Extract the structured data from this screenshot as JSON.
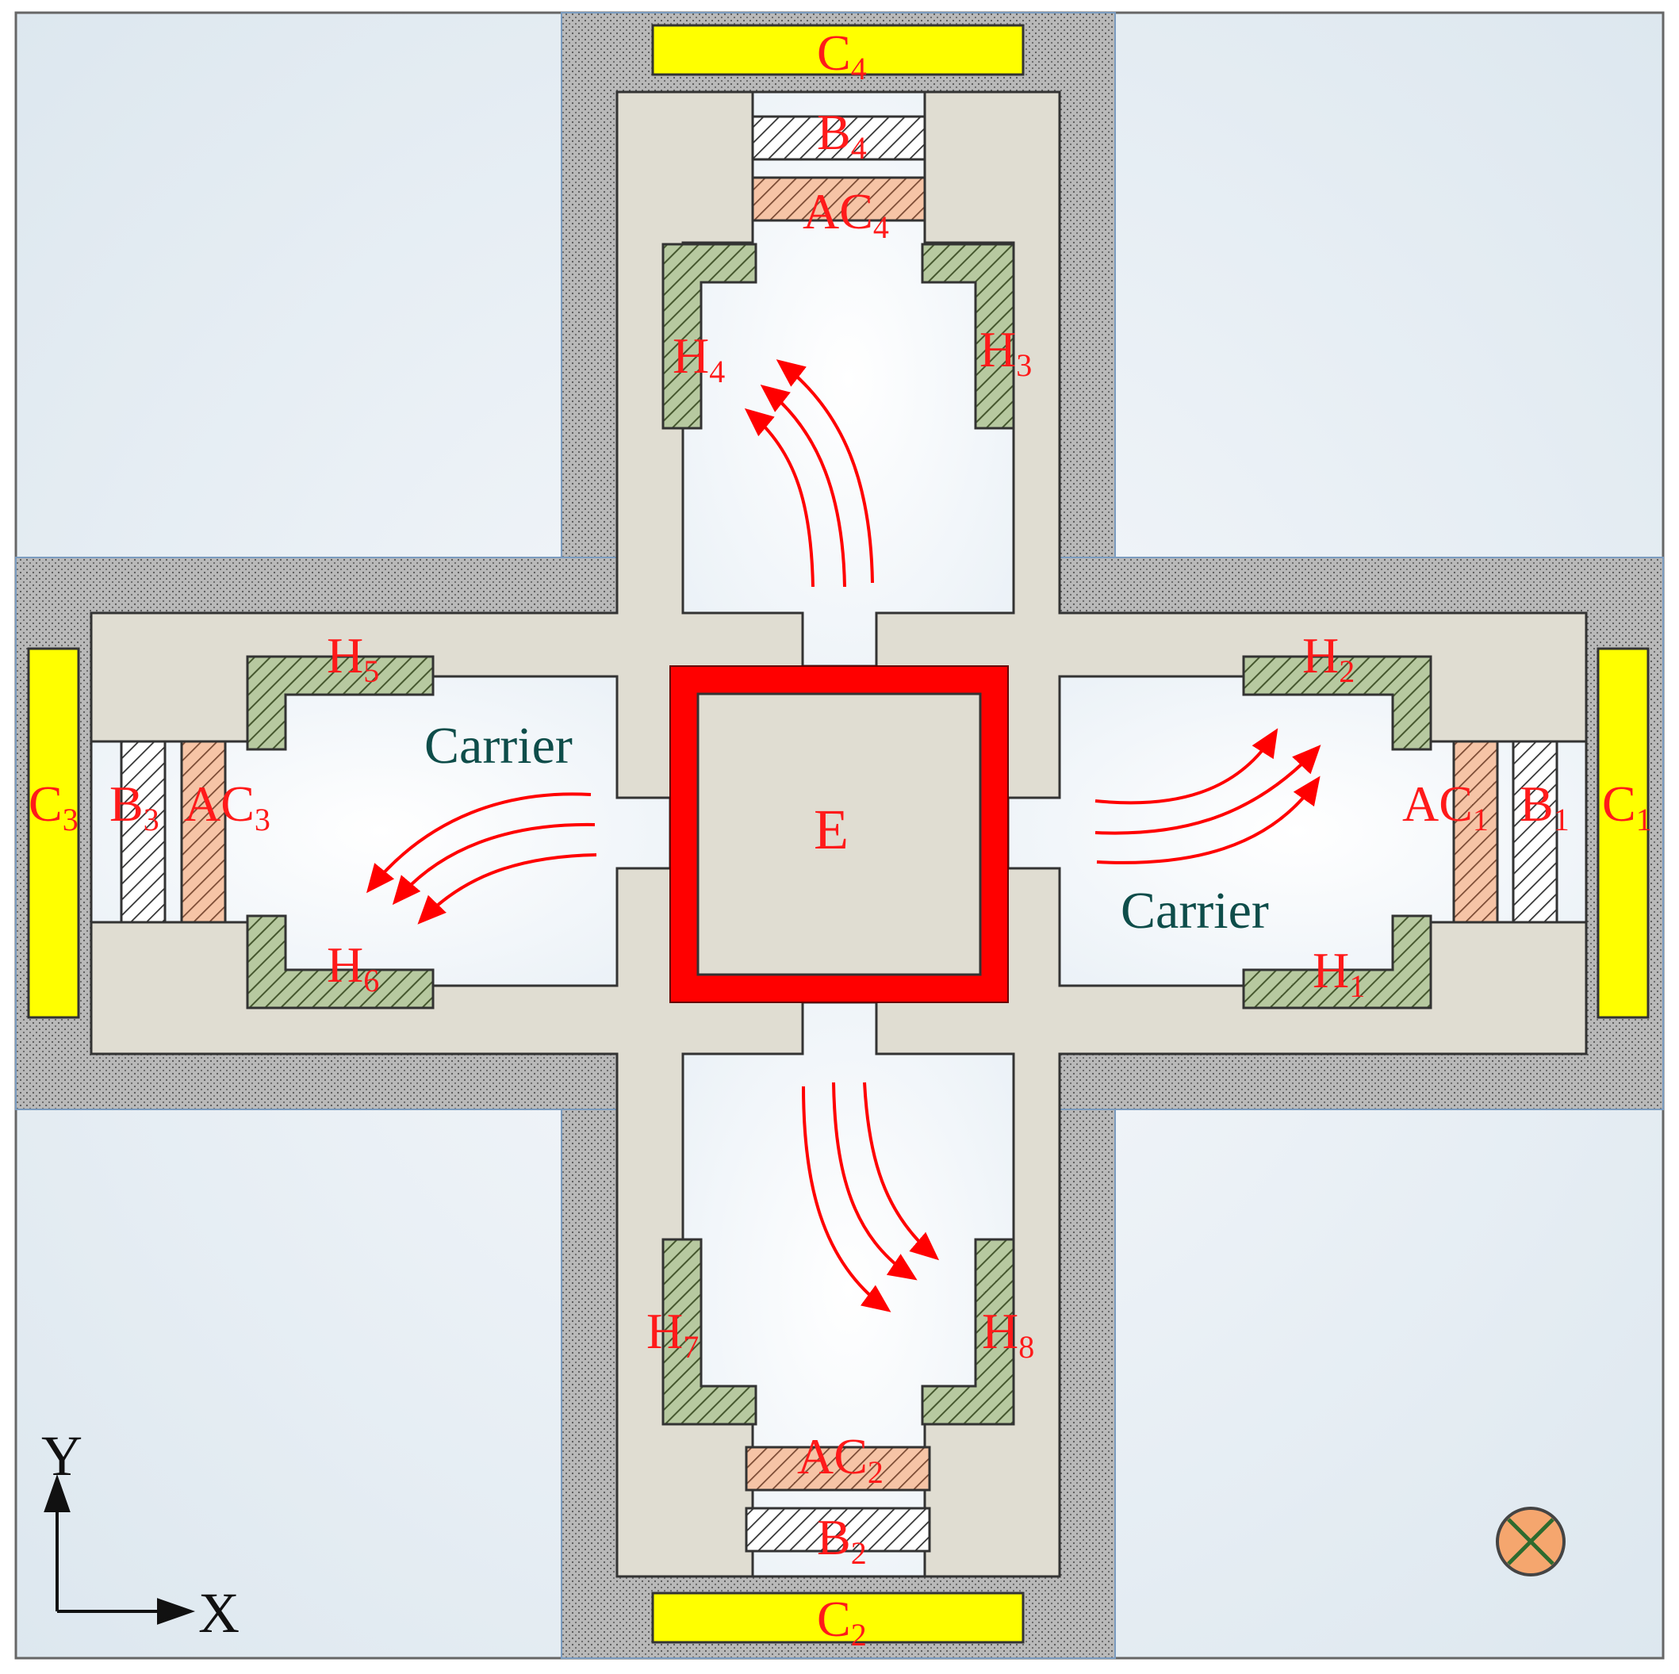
{
  "labels": {
    "emitter": "E",
    "carrier_left": "Carrier",
    "carrier_right": "Carrier",
    "axis_x": "X",
    "axis_y": "Y",
    "contacts": {
      "c1": {
        "base": "C",
        "sub": "1"
      },
      "c2": {
        "base": "C",
        "sub": "2"
      },
      "c3": {
        "base": "C",
        "sub": "3"
      },
      "c4": {
        "base": "C",
        "sub": "4"
      }
    },
    "barriers": {
      "b1": {
        "base": "B",
        "sub": "1"
      },
      "b2": {
        "base": "B",
        "sub": "2"
      },
      "b3": {
        "base": "B",
        "sub": "3"
      },
      "b4": {
        "base": "B",
        "sub": "4"
      }
    },
    "ac_layers": {
      "ac1": {
        "base": "AC",
        "sub": "1"
      },
      "ac2": {
        "base": "AC",
        "sub": "2"
      },
      "ac3": {
        "base": "AC",
        "sub": "3"
      },
      "ac4": {
        "base": "AC",
        "sub": "4"
      }
    },
    "hall": {
      "h1": {
        "base": "H",
        "sub": "1"
      },
      "h2": {
        "base": "H",
        "sub": "2"
      },
      "h3": {
        "base": "H",
        "sub": "3"
      },
      "h4": {
        "base": "H",
        "sub": "4"
      },
      "h5": {
        "base": "H",
        "sub": "5"
      },
      "h6": {
        "base": "H",
        "sub": "6"
      },
      "h7": {
        "base": "H",
        "sub": "7"
      },
      "h8": {
        "base": "H",
        "sub": "8"
      }
    }
  },
  "colors": {
    "background": "#dbe6ee",
    "dotted_frame": "#b8b8b8",
    "structure": "#e0ddd2",
    "channel": "#edf2f7",
    "contact": "#ffff00",
    "hall_sensor": "#b7c9a0",
    "ac_layer": "#f6c4a6",
    "barrier": "#ffffff",
    "emitter_ring": "#ff0000",
    "arrow": "#ff0000",
    "magnetic_field_symbol": "#f5a66e"
  },
  "icons": {
    "field_into_page": "circled-x-icon",
    "axis": "xy-axis-icon"
  }
}
